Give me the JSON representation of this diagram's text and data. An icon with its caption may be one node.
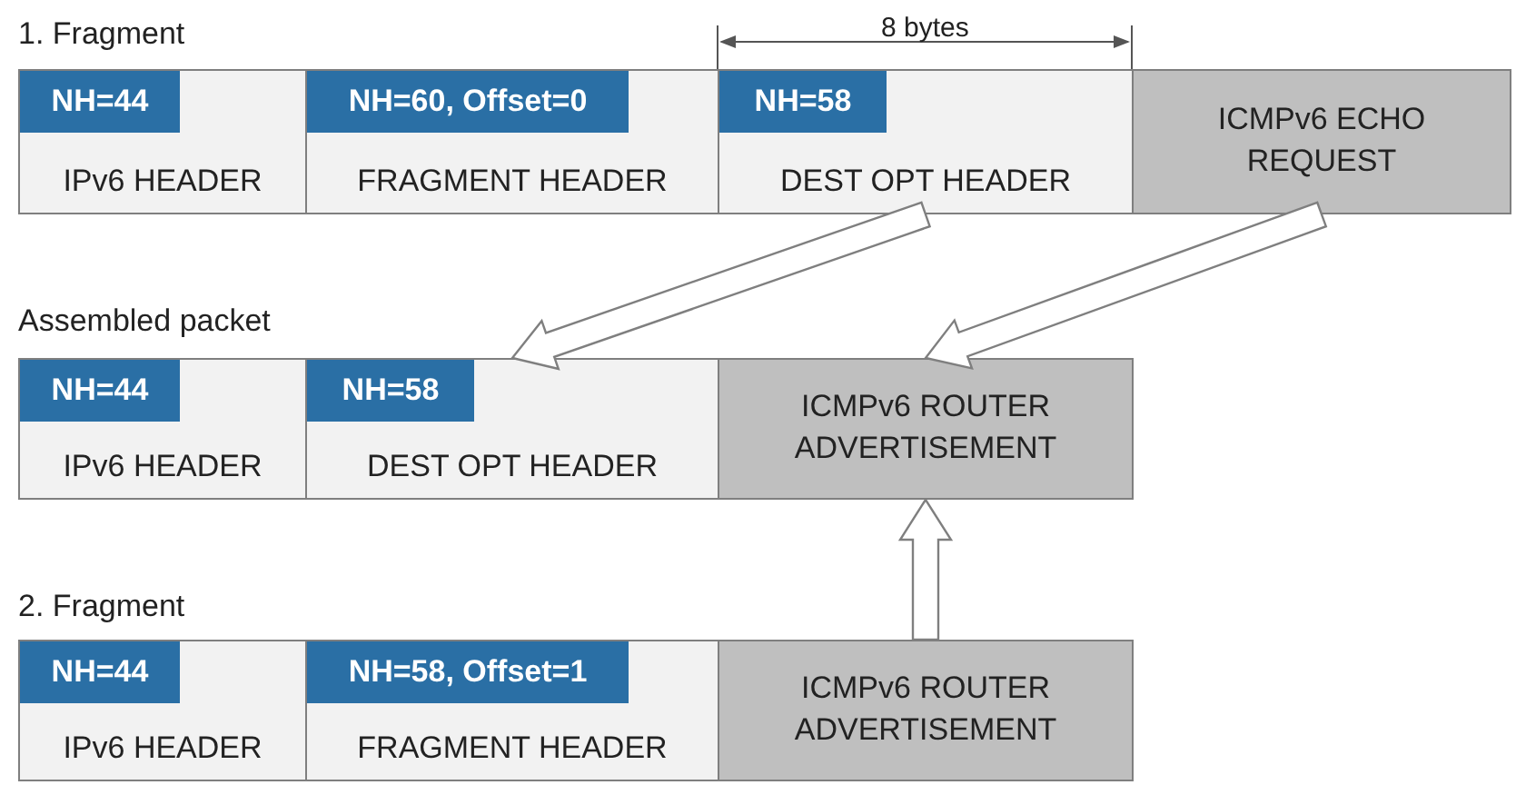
{
  "diagram": {
    "nodes": [
      {
        "text": [
          "IPv6 HEADER"
        ]
      },
      {
        "text": [
          "NH=44"
        ],
        "in": 0
      },
      {
        "text": [
          "FRAGMENT HEADER"
        ]
      },
      {
        "text": [
          "NH=60, Offset=0"
        ],
        "in": 2
      },
      {
        "text": [
          "DEST OPT HEADER"
        ]
      },
      {
        "text": [
          "NH=58"
        ],
        "in": 4
      },
      {
        "text": [
          "ICMPv6 ECHO REQUEST"
        ]
      },
      {
        "text": [
          "IPv6 HEADER"
        ]
      },
      {
        "text": [
          "NH=44"
        ],
        "in": 7
      },
      {
        "text": [
          "DEST OPT HEADER"
        ]
      },
      {
        "text": [
          "NH=58"
        ],
        "in": 9
      },
      {
        "text": [
          "ICMPv6 ROUTER ADVERTISEMENT"
        ]
      },
      {
        "text": [
          "IPv6 HEADER"
        ]
      },
      {
        "text": [
          "NH=44"
        ],
        "in": 12
      },
      {
        "text": [
          "FRAGMENT HEADER"
        ]
      },
      {
        "text": [
          "NH=58, Offset=1"
        ],
        "in": 14
      },
      {
        "text": [
          "ICMPv6 ROUTER ADVERTISEMENT"
        ]
      }
    ],
    "edges": [
      {
        "from": 4,
        "to": 9,
        "arrow": "to"
      },
      {
        "from": 6,
        "to": 11,
        "arrow": "to"
      },
      {
        "from": 16,
        "to": 11,
        "arrow": "to"
      }
    ],
    "labels": [
      "1. Fragment",
      "8 bytes",
      "Assembled packet",
      "2. Fragment"
    ]
  }
}
